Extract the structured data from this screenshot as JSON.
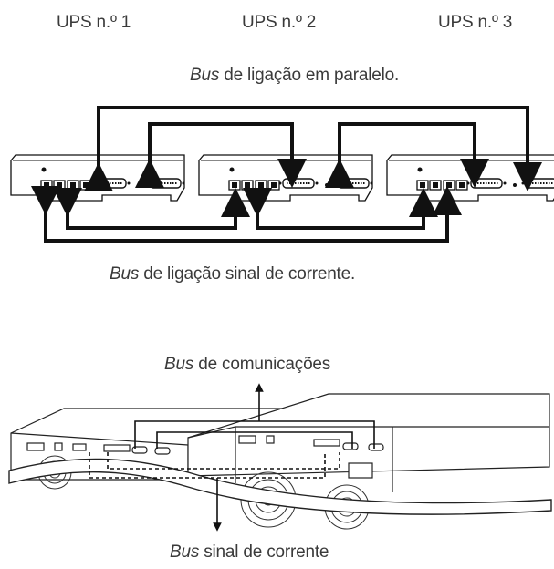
{
  "top": {
    "ups_labels": [
      "UPS n.º 1",
      "UPS n.º 2",
      "UPS n.º 3"
    ],
    "parallel_bus": {
      "italic": "Bus",
      "rest": "de ligação em paralelo."
    },
    "current_bus": {
      "italic": "Bus",
      "rest": "de ligação sinal de corrente."
    }
  },
  "bottom": {
    "comms_bus": {
      "italic": "Bus",
      "rest": "de comunicações"
    },
    "signal_bus": {
      "italic": "Bus",
      "rest": "sinal de corrente"
    }
  }
}
